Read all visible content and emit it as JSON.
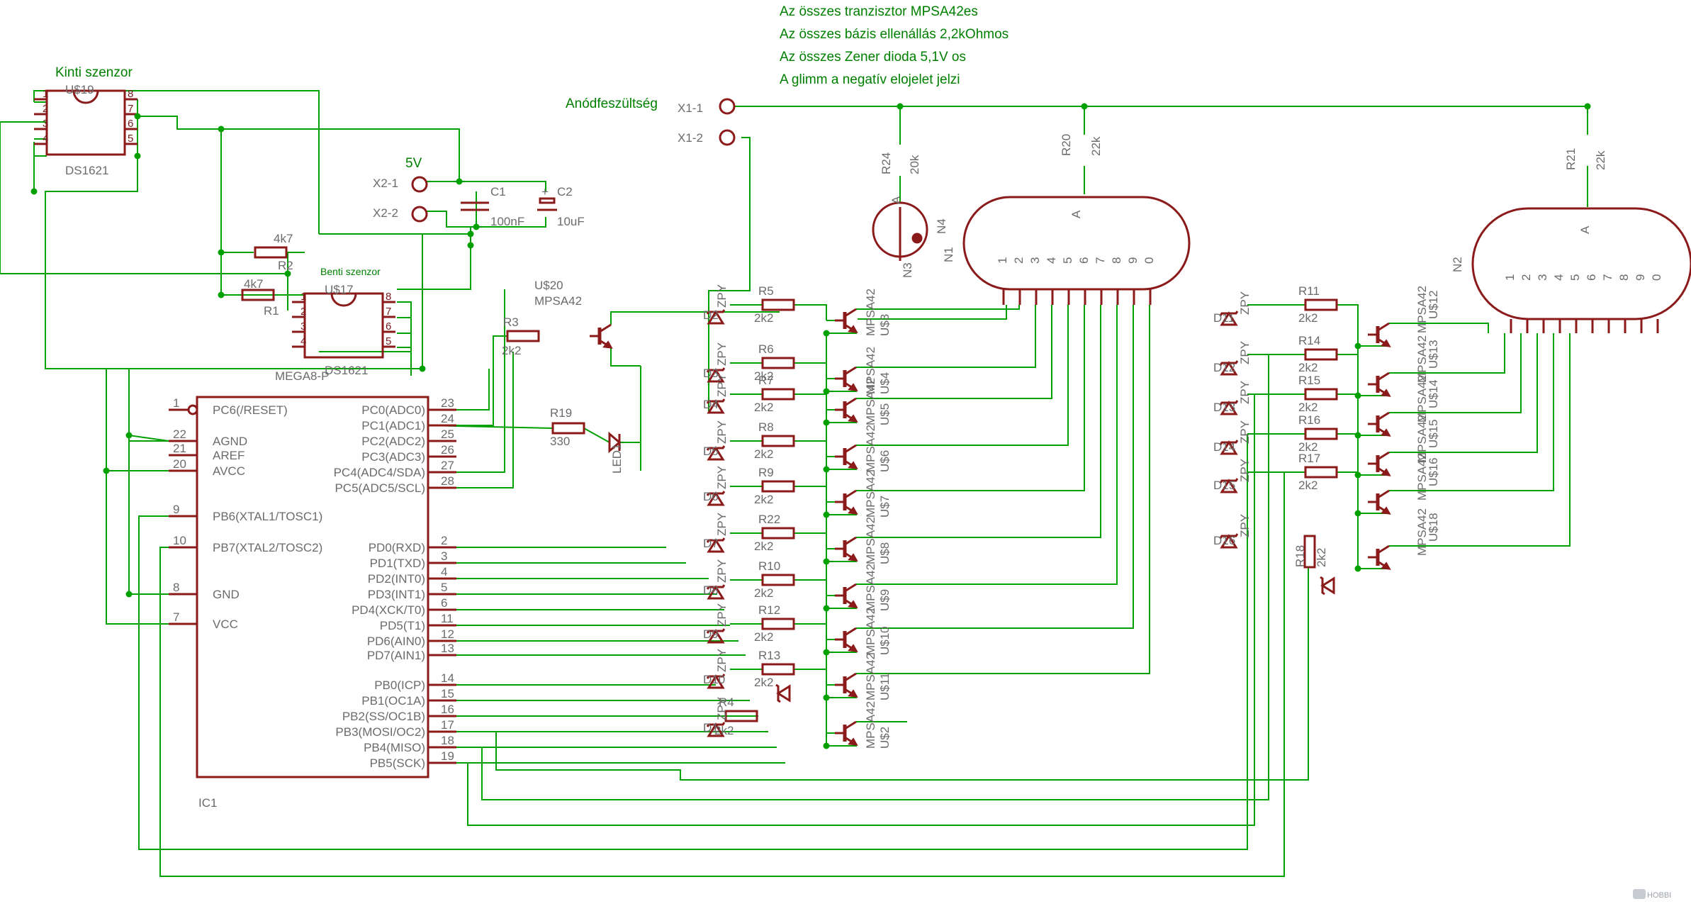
{
  "notes": {
    "line1": "Az összes tranzisztor MPSA42es",
    "line2": "Az összes bázis ellenállás 2,2kOhmos",
    "line3": "Az összes Zener dioda 5,1V os",
    "line4": "A glimm a negatív elojelet jelzi",
    "anode": "Anódfeszültség",
    "outside_sensor": "Kinti szenzor",
    "inside_sensor": "Benti szenzor",
    "supply": "5V"
  },
  "connectors": {
    "x1_1": "X1-1",
    "x1_2": "X1-2",
    "x2_1": "X2-1",
    "x2_2": "X2-2"
  },
  "sensors": {
    "u19_name": "U$19",
    "u19_part": "DS1621",
    "u17_name": "U$17",
    "u17_part": "DS1621",
    "left_pins": [
      "1",
      "2",
      "3",
      "4"
    ],
    "right_pins": [
      "8",
      "7",
      "6",
      "5"
    ]
  },
  "mcu": {
    "name": "IC1",
    "value": "MEGA8-P",
    "left_pins": [
      {
        "num": "1",
        "name": "PC6(/RESET)"
      },
      {
        "num": "22",
        "name": "AGND"
      },
      {
        "num": "21",
        "name": "AREF"
      },
      {
        "num": "20",
        "name": "AVCC"
      },
      {
        "num": "9",
        "name": "PB6(XTAL1/TOSC1)"
      },
      {
        "num": "10",
        "name": "PB7(XTAL2/TOSC2)"
      },
      {
        "num": "8",
        "name": "GND"
      },
      {
        "num": "7",
        "name": "VCC"
      }
    ],
    "right_pins": [
      {
        "num": "23",
        "name": "PC0(ADC0)"
      },
      {
        "num": "24",
        "name": "PC1(ADC1)"
      },
      {
        "num": "25",
        "name": "PC2(ADC2)"
      },
      {
        "num": "26",
        "name": "PC3(ADC3)"
      },
      {
        "num": "27",
        "name": "PC4(ADC4/SDA)"
      },
      {
        "num": "28",
        "name": "PC5(ADC5/SCL)"
      },
      {
        "num": "2",
        "name": "PD0(RXD)"
      },
      {
        "num": "3",
        "name": "PD1(TXD)"
      },
      {
        "num": "4",
        "name": "PD2(INT0)"
      },
      {
        "num": "5",
        "name": "PD3(INT1)"
      },
      {
        "num": "6",
        "name": "PD4(XCK/T0)"
      },
      {
        "num": "11",
        "name": "PD5(T1)"
      },
      {
        "num": "12",
        "name": "PD6(AIN0)"
      },
      {
        "num": "13",
        "name": "PD7(AIN1)"
      },
      {
        "num": "14",
        "name": "PB0(ICP)"
      },
      {
        "num": "15",
        "name": "PB1(OC1A)"
      },
      {
        "num": "16",
        "name": "PB2(SS/OC1B)"
      },
      {
        "num": "17",
        "name": "PB3(MOSI/OC2)"
      },
      {
        "num": "18",
        "name": "PB4(MISO)"
      },
      {
        "num": "19",
        "name": "PB5(SCK)"
      }
    ]
  },
  "passives": {
    "r1": {
      "name": "R1",
      "value": "4k7"
    },
    "r2": {
      "name": "R2",
      "value": "4k7"
    },
    "r3": {
      "name": "R3",
      "value": "2k2"
    },
    "r4": {
      "name": "R4",
      "value": "2k2"
    },
    "r19": {
      "name": "R19",
      "value": "330"
    },
    "r20": {
      "name": "R20",
      "value": "22k"
    },
    "r21": {
      "name": "R21",
      "value": "22k"
    },
    "r24": {
      "name": "R24",
      "value": "20k"
    },
    "r18": {
      "name": "R18",
      "value": "2k2"
    },
    "c1": {
      "name": "C1",
      "value": "100nF"
    },
    "c2": {
      "name": "C2",
      "value": "10uF"
    },
    "led": "LED1",
    "u20_name": "U$20",
    "u20_value": "MPSA42"
  },
  "tubes": {
    "n1": "N1",
    "n2": "N2",
    "n4": "N4",
    "n3": "N3",
    "anode": "A",
    "digits": [
      "1",
      "2",
      "3",
      "4",
      "5",
      "6",
      "7",
      "8",
      "9",
      "0"
    ]
  },
  "left_stages": [
    {
      "r": "R5",
      "rv": "2k2",
      "d": "D2",
      "u": "U$3"
    },
    {
      "r": "R6",
      "rv": "2k2",
      "d": "D3",
      "u": "U$4"
    },
    {
      "r": "R7",
      "rv": "2k2",
      "d": "D4",
      "u": "U$5"
    },
    {
      "r": "R8",
      "rv": "2k2",
      "d": "D5",
      "u": "U$6"
    },
    {
      "r": "R9",
      "rv": "2k2",
      "d": "D6",
      "u": "U$7"
    },
    {
      "r": "R22",
      "rv": "2k2",
      "d": "D7",
      "u": "U$8"
    },
    {
      "r": "R10",
      "rv": "2k2",
      "d": "D8",
      "u": "U$9"
    },
    {
      "r": "R12",
      "rv": "2k2",
      "d": "D9",
      "u": "U$10"
    },
    {
      "r": "R13",
      "rv": "2k2",
      "d": "D10",
      "u": "U$11"
    },
    {
      "r": "R4",
      "rv": "2k2",
      "d": "D1",
      "u": "U$2"
    }
  ],
  "right_stages": [
    {
      "r": "R11",
      "rv": "2k2",
      "d": "D11",
      "u": "U$12"
    },
    {
      "r": "R14",
      "rv": "2k2",
      "d": "D12",
      "u": "U$13"
    },
    {
      "r": "R15",
      "rv": "2k2",
      "d": "D13",
      "u": "U$14"
    },
    {
      "r": "R16",
      "rv": "2k2",
      "d": "D14",
      "u": "U$15"
    },
    {
      "r": "R17",
      "rv": "2k2",
      "d": "D15",
      "u": "U$16"
    },
    {
      "r": "R18",
      "rv": "2k2",
      "d": "D16",
      "u": "U$18"
    }
  ],
  "labels": {
    "transistor": "MPSA42",
    "zener": "ZPY"
  },
  "watermark": "HOBBI"
}
